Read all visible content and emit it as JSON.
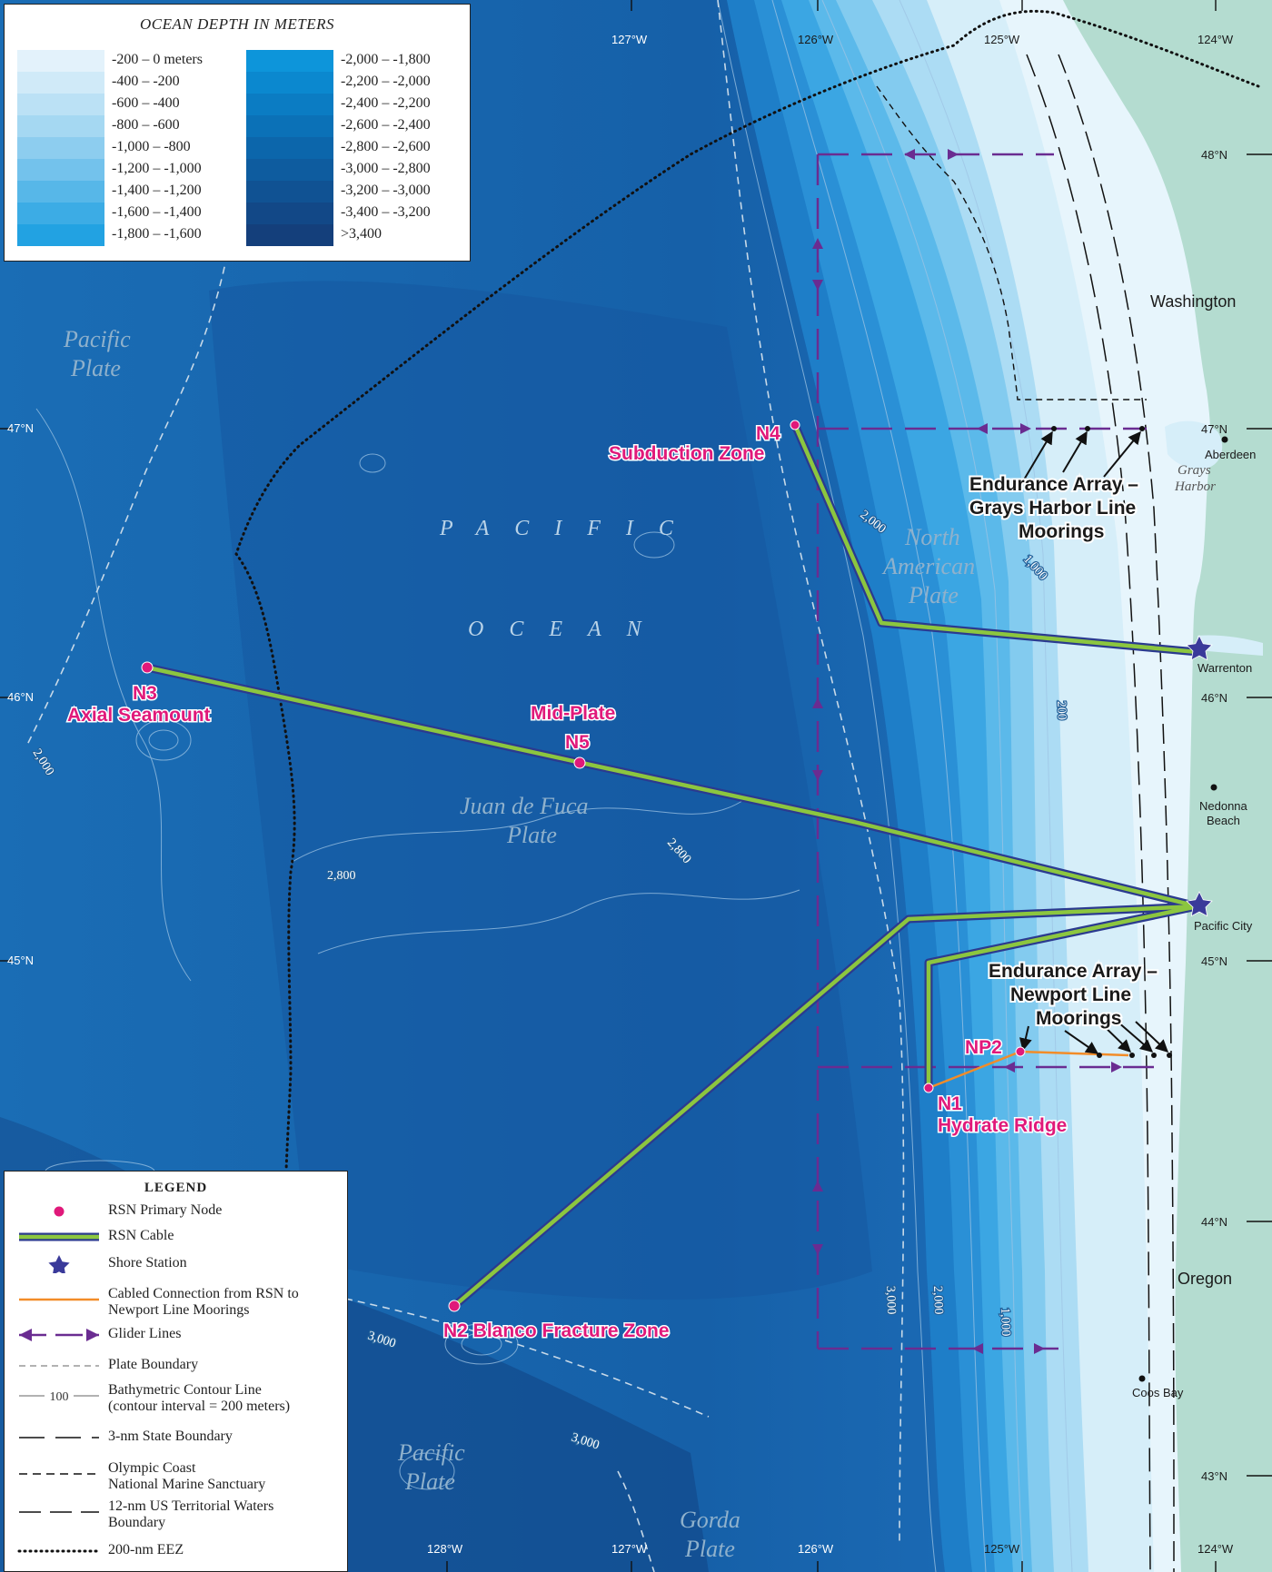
{
  "depth_legend": {
    "title": "OCEAN DEPTH IN METERS",
    "left_column": [
      {
        "label": "-200 – 0 meters",
        "color": "#e3f2fb"
      },
      {
        "label": "-400 – -200",
        "color": "#d0eaf8"
      },
      {
        "label": "-600 – -400",
        "color": "#bbe1f5"
      },
      {
        "label": "-800 – -600",
        "color": "#a5d8f2"
      },
      {
        "label": "-1,000 – -800",
        "color": "#8dcdef"
      },
      {
        "label": "-1,200 – -1,000",
        "color": "#73c2ec"
      },
      {
        "label": "-1,400 – -1,200",
        "color": "#57b7e8"
      },
      {
        "label": "-1,600 – -1,400",
        "color": "#3cace5"
      },
      {
        "label": "-1,800 – -1,600",
        "color": "#22a2e2"
      }
    ],
    "right_column": [
      {
        "label": "-2,000 – -1,800",
        "color": "#0d95da"
      },
      {
        "label": "-2,200 – -2,000",
        "color": "#0b88cf"
      },
      {
        "label": "-2,400 – -2,200",
        "color": "#0b7cc3"
      },
      {
        "label": "-2,600 – -2,400",
        "color": "#0b71b7"
      },
      {
        "label": "-2,800 – -2,600",
        "color": "#0c66ab"
      },
      {
        "label": "-3,000 – -2,800",
        "color": "#0e5c9f"
      },
      {
        "label": "-3,200 – -3,000",
        "color": "#105293"
      },
      {
        "label": "-3,400 – -3,200",
        "color": "#124887"
      },
      {
        "label": ">3,400",
        "color": "#143f7b"
      }
    ]
  },
  "map_legend": {
    "title": "LEGEND",
    "items": [
      {
        "symbol": "node-dot",
        "line1": "RSN Primary Node",
        "line2": ""
      },
      {
        "symbol": "cable-line",
        "line1": "RSN Cable",
        "line2": ""
      },
      {
        "symbol": "shore-star",
        "line1": "Shore Station",
        "line2": ""
      },
      {
        "symbol": "orange-line",
        "line1": "Cabled Connection from RSN to",
        "line2": "Newport Line Moorings"
      },
      {
        "symbol": "glider-arrows",
        "line1": "Glider Lines",
        "line2": ""
      },
      {
        "symbol": "plate-dash",
        "line1": "Plate Boundary",
        "line2": ""
      },
      {
        "symbol": "contour-line",
        "contour_value": "100",
        "line1": "Bathymetric Contour Line",
        "line2": "(contour interval = 200 meters)"
      },
      {
        "symbol": "state-dash",
        "line1": "3-nm State Boundary",
        "line2": ""
      },
      {
        "symbol": "sanctuary-dash",
        "line1": "Olympic Coast",
        "line2": "National Marine Sanctuary"
      },
      {
        "symbol": "territorial-dash",
        "line1": "12-nm US Territorial Waters",
        "line2": "Boundary"
      },
      {
        "symbol": "eez-dots",
        "line1": "200-nm EEZ",
        "line2": ""
      }
    ]
  },
  "grid": {
    "top_longitudes": [
      "127°W",
      "126°W",
      "125°W",
      "124°W"
    ],
    "bottom_longitudes": [
      "128°W",
      "127°W",
      "126°W",
      "125°W",
      "124°W"
    ],
    "left_latitudes": [
      "47°N",
      "46°N",
      "45°N"
    ],
    "right_latitudes": [
      "48°N",
      "47°N",
      "46°N",
      "45°N",
      "44°N",
      "43°N"
    ]
  },
  "nodes": {
    "n1": {
      "id": "N1",
      "name": "Hydrate Ridge"
    },
    "n2": {
      "label": "N2 Blanco Fracture Zone"
    },
    "n3": {
      "id": "N3",
      "name": "Axial Seamount"
    },
    "n4": {
      "id": "N4",
      "name": "Subduction Zone"
    },
    "n5": {
      "name": "Mid-Plate",
      "id": "N5"
    },
    "np2": {
      "id": "NP2"
    }
  },
  "arrays": {
    "grays_harbor": [
      "Endurance Array –",
      "Grays Harbor Line",
      "Moorings"
    ],
    "newport": [
      "Endurance Array –",
      "Newport Line",
      "Moorings"
    ]
  },
  "plates": {
    "pacific_north": [
      "Pacific",
      "Plate"
    ],
    "pacific_south": [
      "Pacific",
      "Plate"
    ],
    "juan_de_fuca": [
      "Juan de Fuca",
      "Plate"
    ],
    "north_american": [
      "North",
      "American",
      "Plate"
    ],
    "gorda": [
      "Gorda",
      "Plate"
    ]
  },
  "ocean": {
    "line1": "PACIFIC",
    "line2": "OCEAN"
  },
  "states": {
    "washington": "Washington",
    "oregon": "Oregon"
  },
  "towns": {
    "aberdeen": "Aberdeen",
    "warrenton": "Warrenton",
    "nedonna": [
      "Nedonna",
      "Beach"
    ],
    "pacific_city": "Pacific City",
    "coos_bay": "Coos Bay"
  },
  "water_features": {
    "grays_harbor": [
      "Grays",
      "Harbor"
    ]
  },
  "contour_labels": {
    "c_2000_west": "2,000",
    "c_2800_west": "2,800",
    "c_2800_east": "2,800",
    "c_2000_north": "2,000",
    "c_1000_north": "1,000",
    "c_200": "200",
    "c_3000_mid": "3,000",
    "c_2000_south": "2,000",
    "c_1000_south": "1,000",
    "c_3000_sw": "3,000",
    "c_3000_s": "3,000"
  },
  "colors": {
    "node": "#e0197a",
    "cable_green": "#8cc63f",
    "cable_outline": "#2b3a8f",
    "shore_star": "#3a3a9a",
    "glider": "#6a2c91",
    "connection": "#f28c28",
    "land": "#b4dcd0"
  }
}
